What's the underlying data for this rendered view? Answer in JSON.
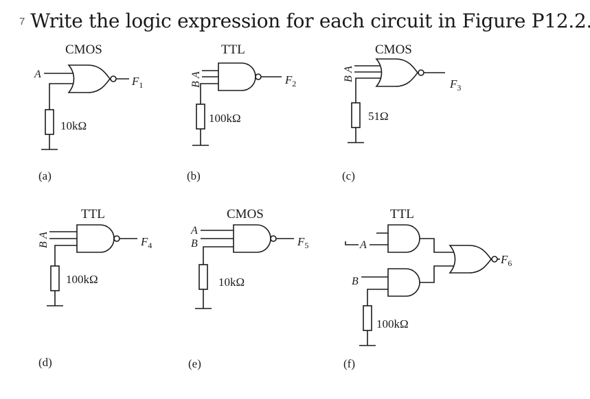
{
  "question": {
    "number": "7",
    "text": "Write the logic expression for each circuit in Figure P12.2."
  },
  "circuits": [
    {
      "id": "a",
      "label": "(a)",
      "technology": "CMOS",
      "inputs": [
        "A"
      ],
      "output": "F",
      "output_sub": "1",
      "resistor": "10kΩ"
    },
    {
      "id": "b",
      "label": "(b)",
      "technology": "TTL",
      "inputs": [
        "A",
        "B"
      ],
      "output": "F",
      "output_sub": "2",
      "resistor": "100kΩ"
    },
    {
      "id": "c",
      "label": "(c)",
      "technology": "CMOS",
      "inputs": [
        "A",
        "B"
      ],
      "output": "F",
      "output_sub": "3",
      "resistor": "51Ω"
    },
    {
      "id": "d",
      "label": "(d)",
      "technology": "TTL",
      "inputs": [
        "A",
        "B"
      ],
      "output": "F",
      "output_sub": "4",
      "resistor": "100kΩ"
    },
    {
      "id": "e",
      "label": "(e)",
      "technology": "CMOS",
      "inputs": [
        "A",
        "B"
      ],
      "output": "F",
      "output_sub": "5",
      "resistor": "10kΩ"
    },
    {
      "id": "f",
      "label": "(f)",
      "technology": "TTL",
      "inputs": [
        "A",
        "B"
      ],
      "output": "F",
      "output_sub": "6",
      "resistor": "100kΩ"
    }
  ]
}
